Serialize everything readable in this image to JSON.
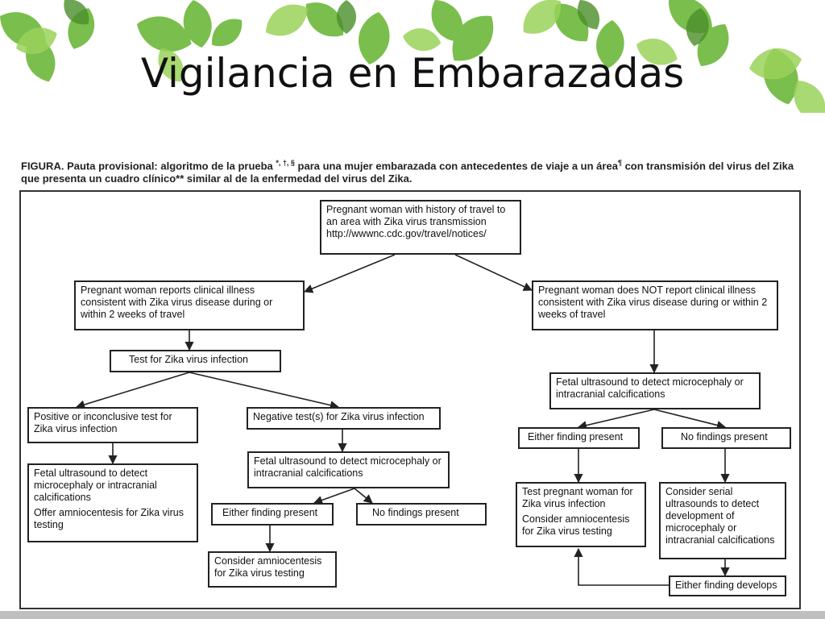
{
  "slide": {
    "title": "Vigilancia en Embarazadas"
  },
  "caption": {
    "lead": "FIGURA.",
    "text1": " Pauta provisional: algoritmo de la prueba ",
    "marks1": "*, †, §",
    "text2": " para una mujer embarazada con antecedentes de viaje a un área",
    "marks2": "¶",
    "text3": " con transmisión del virus del Zika que presenta un cuadro clínico** similar al de la enfermedad del virus del Zika."
  },
  "flow": {
    "root": "Pregnant woman with history of travel to an area with Zika virus transmission http://wwwnc.cdc.gov/travel/notices/",
    "reports": "Pregnant woman reports clinical illness consistent with Zika virus disease during or within 2 weeks of travel",
    "not_reports": "Pregnant woman does NOT report clinical illness consistent with Zika virus disease during or within 2 weeks of travel",
    "test": "Test for Zika virus infection",
    "positive": "Positive or inconclusive test for Zika virus infection",
    "negative": "Negative test(s) for Zika virus infection",
    "pos_ultrasound": "Fetal ultrasound to detect microcephaly or intracranial calcifications",
    "pos_amnio": "Offer amniocentesis for Zika virus testing",
    "neg_ultrasound": "Fetal ultrasound to detect microcephaly or intracranial calcifications",
    "neg_either": "Either finding present",
    "neg_none": "No findings present",
    "neg_consider": "Consider amniocentesis for Zika virus testing",
    "r_ultrasound": "Fetal ultrasound to detect microcephaly or intracranial calcifications",
    "r_either": "Either finding present",
    "r_none": "No findings present",
    "r_test_woman": "Test pregnant woman for Zika virus infection",
    "r_consider": "Consider amniocentesis for Zika virus testing",
    "r_serial": "Consider serial ultrasounds to detect development of microcephaly or intracranial calcifications",
    "r_develops": "Either finding develops"
  },
  "colors": {
    "leaf_light": "#9bd35a",
    "leaf_mid": "#6cb83a",
    "leaf_dark": "#4a8f2a",
    "border": "#222222"
  }
}
